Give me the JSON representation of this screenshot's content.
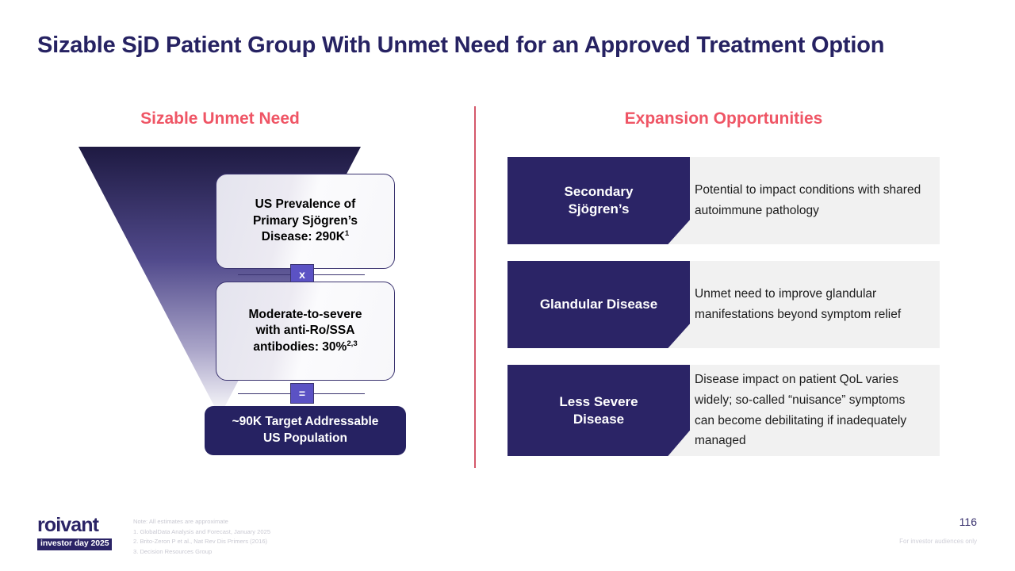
{
  "slide": {
    "title": "Sizable SjD Patient Group With Unmet Need for an Approved Treatment Option",
    "page_number": "116",
    "audience_note": "For investor audiences only"
  },
  "colors": {
    "brand_navy": "#262262",
    "accent_red": "#ef5565",
    "badge_purple": "#5b52c4",
    "card_grey": "#f1f1f1"
  },
  "left_section": {
    "header": "Sizable Unmet Need",
    "funnel": {
      "stages": [
        {
          "line1": "US Prevalence of",
          "line2": "Primary Sjögren’s",
          "line3": "Disease: 290K",
          "superscript": "1"
        },
        {
          "line1": "Moderate-to-severe",
          "line2": "with anti-Ro/SSA",
          "line3": "antibodies: 30%",
          "superscript": "2,3"
        }
      ],
      "operators": [
        {
          "symbol": "x",
          "name": "multiply"
        },
        {
          "symbol": "=",
          "name": "equals"
        }
      ],
      "result": {
        "line1": "~90K Target Addressable",
        "line2": "US Population"
      }
    }
  },
  "right_section": {
    "header": "Expansion Opportunities",
    "cards": [
      {
        "label_line1": "Secondary",
        "label_line2": "Sjögren’s",
        "text": "Potential to impact conditions with shared autoimmune pathology"
      },
      {
        "label_line1": "Glandular Disease",
        "label_line2": "",
        "text": "Unmet need to improve glandular manifestations beyond symptom relief"
      },
      {
        "label_line1": "Less Severe",
        "label_line2": "Disease",
        "text": "Disease impact on patient QoL varies widely; so-called “nuisance” symptoms can become debilitating if inadequately managed"
      }
    ]
  },
  "footer": {
    "logo_word": "roivant",
    "logo_tagline": "investor day 2025",
    "footnotes": [
      "Note: All estimates are approximate",
      "1. GlobalData Analysis and Forecast, January 2025",
      "2. Brito-Zeron P et al., Nat Rev Dis Primers (2016)",
      "3. Decision Resources Group"
    ]
  }
}
